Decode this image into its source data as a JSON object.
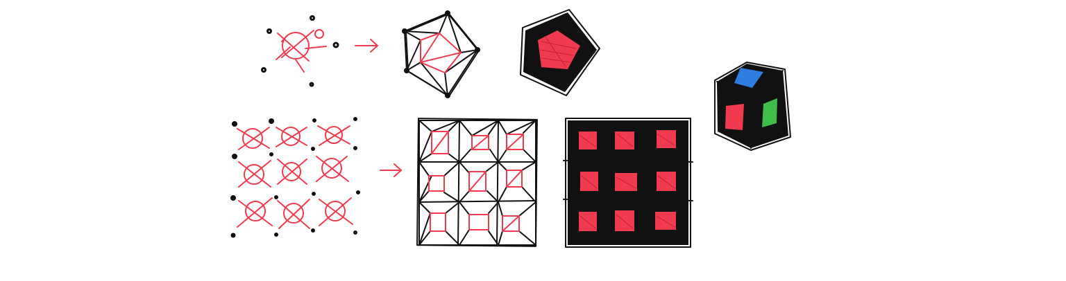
{
  "colors": {
    "background": "#ffffff",
    "ink": "#111111",
    "accent_red": "#ef3b4d",
    "cube_blue": "#2f7de1",
    "cube_green": "#3fbf4a"
  },
  "sketches": [
    {
      "id": "single-seed-points",
      "kind": "points-with-red-cell-lines"
    },
    {
      "id": "single-arrow",
      "kind": "arrow-right-icon"
    },
    {
      "id": "single-pentagon-mesh",
      "kind": "triangulated-pentagon"
    },
    {
      "id": "single-pentagon-filled",
      "kind": "filled-red-pentagon"
    },
    {
      "id": "grid-seed-points",
      "kind": "points-with-red-cell-lines-3x3"
    },
    {
      "id": "grid-arrow",
      "kind": "arrow-right-icon"
    },
    {
      "id": "grid-mesh",
      "kind": "triangulated-3x3-squares"
    },
    {
      "id": "grid-filled",
      "kind": "filled-red-3x3-squares"
    },
    {
      "id": "cube",
      "kind": "cube-with-blue-red-green-faces"
    }
  ]
}
